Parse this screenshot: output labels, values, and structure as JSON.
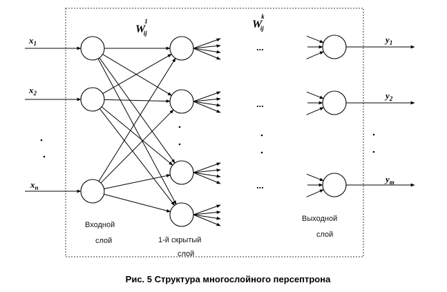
{
  "inputs": [
    {
      "base": "x",
      "sub": "1"
    },
    {
      "base": "x",
      "sub": "2"
    },
    {
      "base": "x",
      "sub": "n"
    }
  ],
  "outputs": [
    {
      "base": "y",
      "sub": "1"
    },
    {
      "base": "y",
      "sub": "2"
    },
    {
      "base": "y",
      "sub": "m"
    }
  ],
  "weights": {
    "first": {
      "base": "W",
      "sub": "ij",
      "sup": "1"
    },
    "last": {
      "base": "W",
      "sub": "ij",
      "sup": "k"
    }
  },
  "layers": {
    "input_line1": "Входной",
    "input_line2": "слой",
    "hidden_line1": "1-й скрытый",
    "hidden_line2": "слой",
    "output_line1": "Выходной",
    "output_line2": "слой"
  },
  "ellipsis": "...",
  "caption": "Рис. 5 Структура многослойного персептрона"
}
